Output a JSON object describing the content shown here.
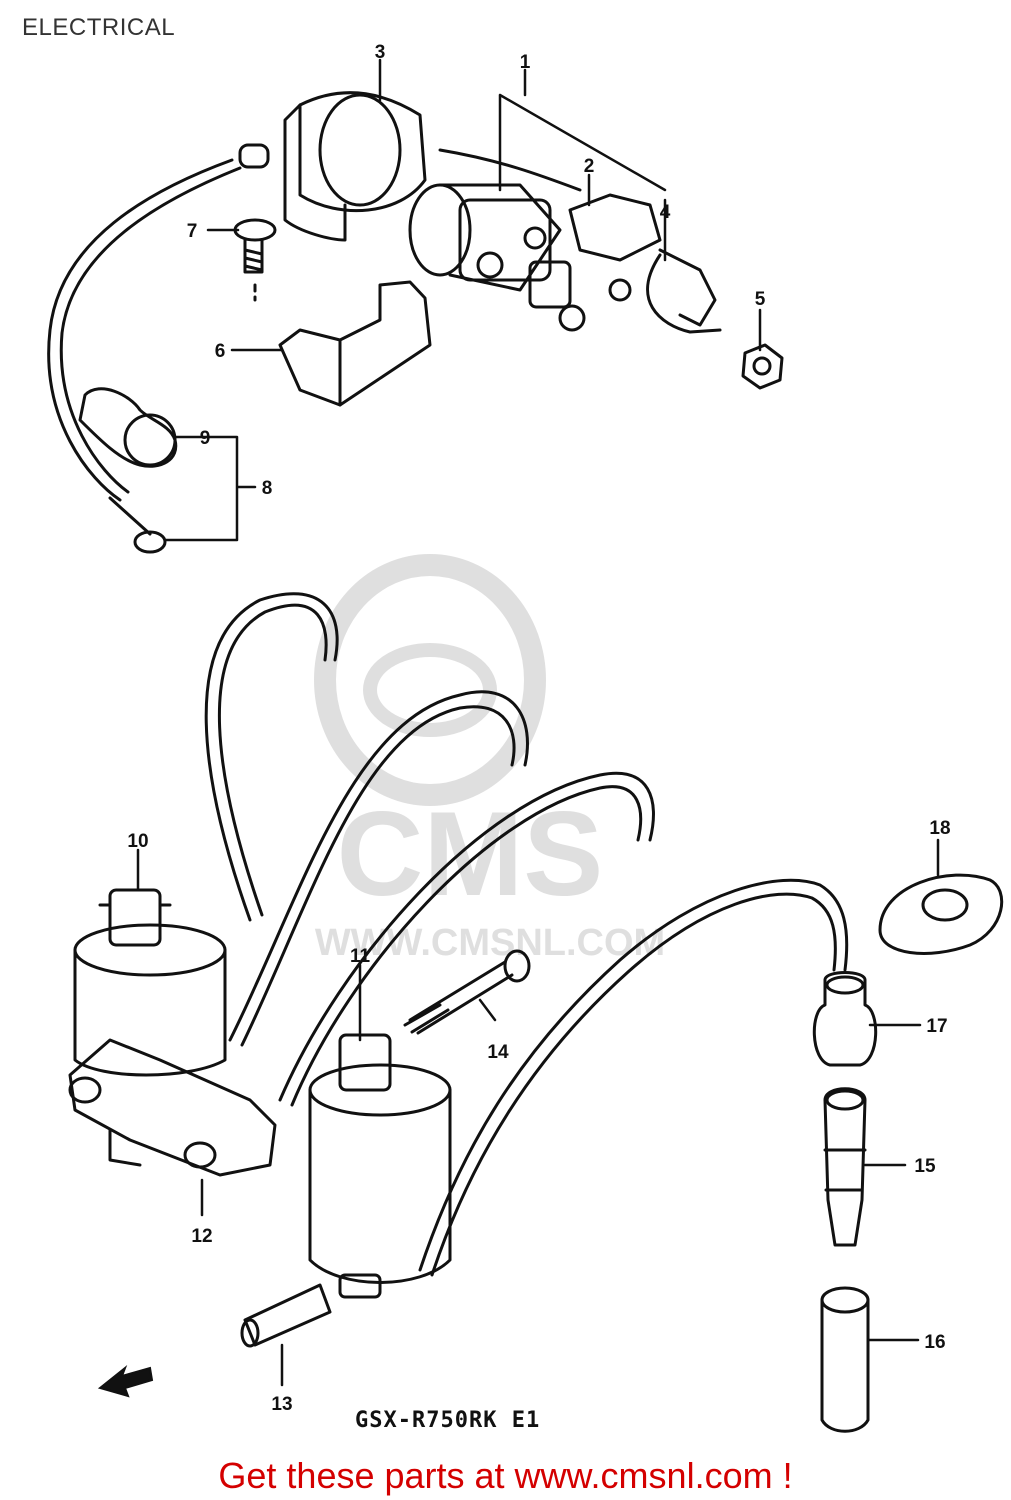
{
  "page": {
    "title": "ELECTRICAL",
    "model_code": "GSX-R750RK E1",
    "footer": "Get these parts at www.cmsnl.com !"
  },
  "watermark": {
    "brand": "CMS",
    "url": "WWW.CMSNL.COM"
  },
  "callouts": [
    "1",
    "2",
    "3",
    "4",
    "5",
    "6",
    "7",
    "8",
    "9",
    "10",
    "11",
    "12",
    "13",
    "14",
    "15",
    "16",
    "17",
    "18"
  ],
  "colors": {
    "line": "#111111",
    "footer": "#d40000",
    "watermark": "#d8d8d8"
  },
  "icons": {
    "front_arrow": "front-direction-arrow-icon"
  }
}
